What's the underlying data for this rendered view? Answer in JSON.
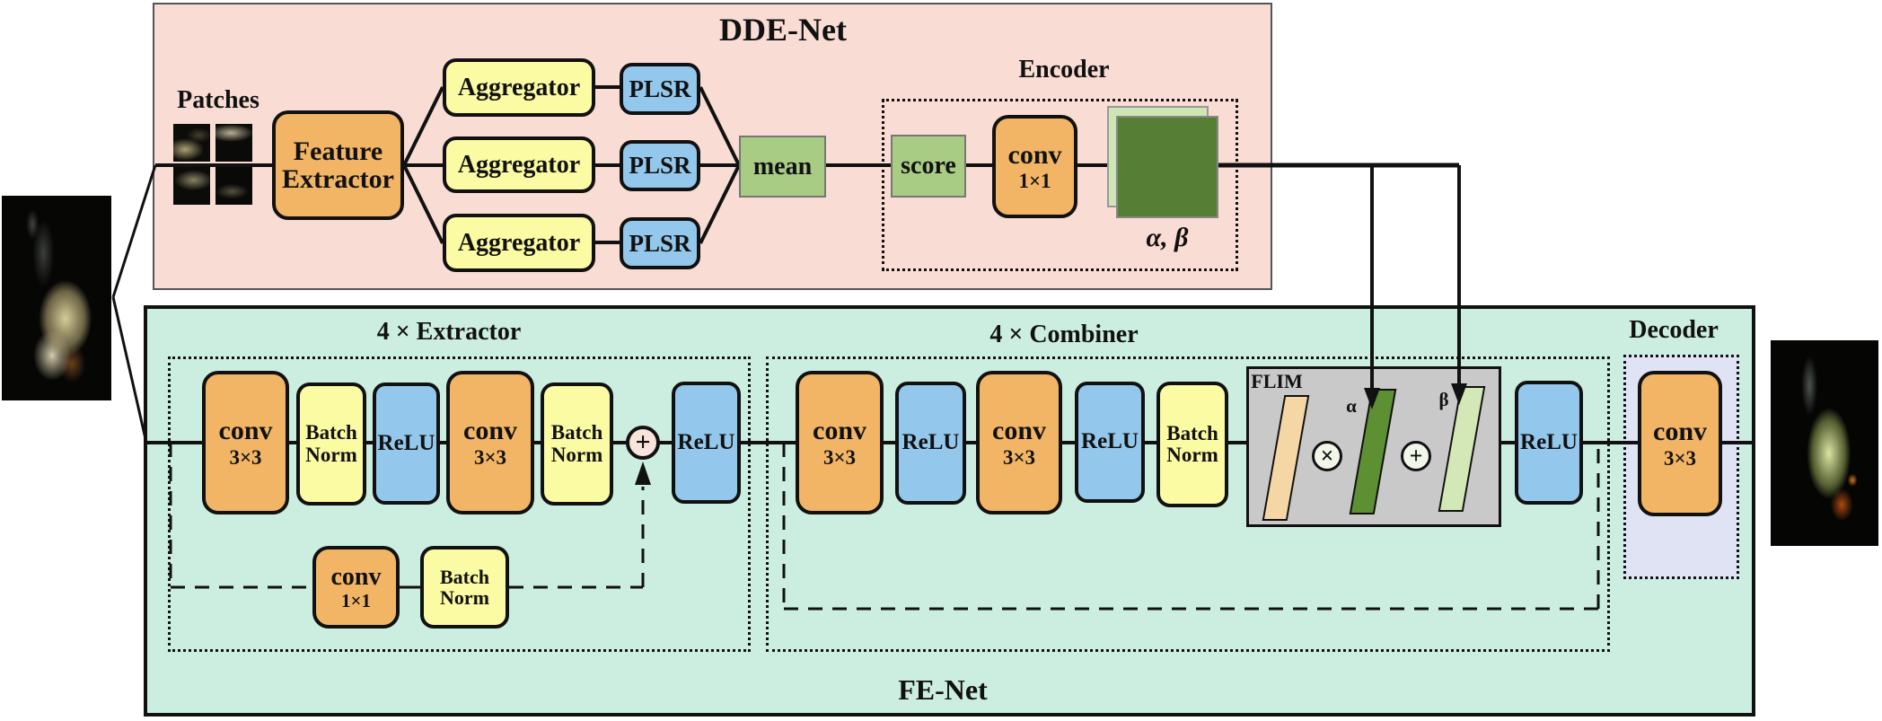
{
  "dde": {
    "title": "DDE-Net",
    "patches_label": "Patches",
    "feature_extractor": "Feature Extractor",
    "aggregators": [
      "Aggregator",
      "Aggregator",
      "Aggregator"
    ],
    "plsr": [
      "PLSR",
      "PLSR",
      "PLSR"
    ],
    "mean": "mean",
    "encoder": {
      "title": "Encoder",
      "score": "score",
      "conv": "conv",
      "conv_kernel": "1×1",
      "alpha_beta": "α, β"
    }
  },
  "fe": {
    "title": "FE-Net",
    "extractor": {
      "title": "4 × Extractor",
      "conv1": "conv",
      "conv1_kernel": "3×3",
      "bn1": "Batch Norm",
      "relu1": "ReLU",
      "conv2": "conv",
      "conv2_kernel": "3×3",
      "bn2": "Batch Norm",
      "plus": "+",
      "relu2": "ReLU",
      "skip_conv": "conv",
      "skip_conv_kernel": "1×1",
      "skip_bn": "Batch Norm"
    },
    "combiner": {
      "title": "4 × Combiner",
      "conv1": "conv",
      "conv1_kernel": "3×3",
      "relu1": "ReLU",
      "conv2": "conv",
      "conv2_kernel": "3×3",
      "relu2": "ReLU",
      "bn": "Batch Norm",
      "relu3": "ReLU",
      "flim": {
        "title": "FLIM",
        "multiply": "×",
        "add": "+",
        "alpha": "α",
        "beta": "β"
      }
    },
    "decoder": {
      "title": "Decoder",
      "conv": "conv",
      "conv_kernel": "3×3"
    }
  },
  "colors": {
    "dde_background": "#f9dcd4",
    "fe_background": "#cceee0",
    "conv_orange": "#f2b566",
    "batchnorm_yellow": "#fbfba3",
    "relu_blue": "#93c7eb",
    "mean_green": "#a9cc85",
    "square_light_green": "#cde7b4",
    "square_dark_green": "#567f35",
    "flim_gray": "#c9c9c9",
    "para_tan": "#f5d7a5",
    "para_green": "#5d8f33",
    "para_light_green": "#d3e8b6",
    "decoder_lavender": "#dfe3f4",
    "plus_circle_pink": "#f8e4da"
  }
}
